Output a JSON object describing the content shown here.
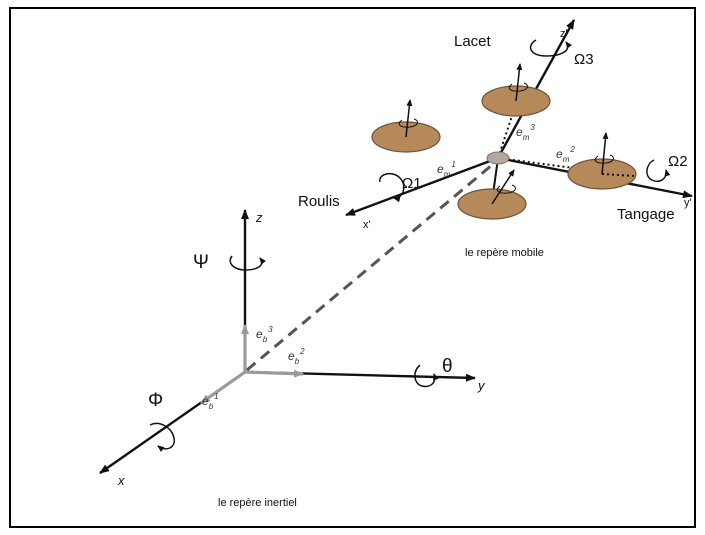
{
  "mobile_frame": {
    "caption": "le repère mobile",
    "axes": {
      "x": "x'",
      "y": "y'",
      "z": "z'"
    },
    "rotations": {
      "roll": "Roulis",
      "pitch": "Tangage",
      "yaw": "Lacet"
    },
    "rotor_speeds": {
      "w1": "Ω1",
      "w2": "Ω2",
      "w3": "Ω3"
    },
    "vectors": {
      "em1": {
        "base": "e",
        "sub": "m",
        "sup": "1"
      },
      "em2": {
        "base": "e",
        "sub": "m",
        "sup": "2"
      },
      "em3": {
        "base": "e",
        "sub": "m",
        "sup": "3"
      }
    }
  },
  "inertial_frame": {
    "caption": "le repère inertiel",
    "axes": {
      "x": "x",
      "y": "y",
      "z": "z"
    },
    "angles": {
      "phi": "Φ",
      "theta": "θ",
      "psi": "Ψ"
    },
    "vectors": {
      "eb1": {
        "base": "e",
        "sub": "b",
        "sup": "1"
      },
      "eb2": {
        "base": "e",
        "sub": "b",
        "sup": "2"
      },
      "eb3": {
        "base": "e",
        "sub": "b",
        "sup": "3"
      }
    }
  },
  "colors": {
    "rotor": "#b5895a",
    "axis": "#111111",
    "unit_vector": "#9a9a9a",
    "hub": "#b7a5a0"
  }
}
